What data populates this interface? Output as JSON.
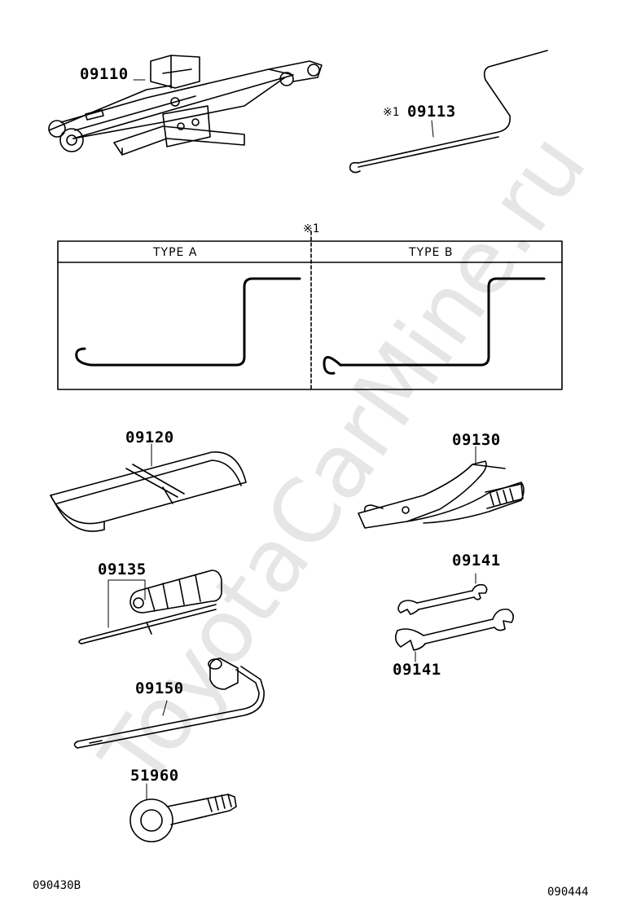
{
  "watermark": "ToyotaCarMine.ru",
  "parts": {
    "jack": "09110",
    "jack_handle": "09113",
    "note_mark_handle": "※1",
    "tool_bag": "09120",
    "pliers": "09130",
    "screwdriver": "09135",
    "wrench_top": "09141",
    "wrench_bottom": "09141",
    "wheel_nut_wrench": "09150",
    "towing_eye": "51960"
  },
  "types_table": {
    "note_mark": "※1",
    "type_a": "TYPE  A",
    "type_b": "TYPE  B"
  },
  "footer": {
    "left_code": "090430B",
    "right_code": "090444"
  }
}
